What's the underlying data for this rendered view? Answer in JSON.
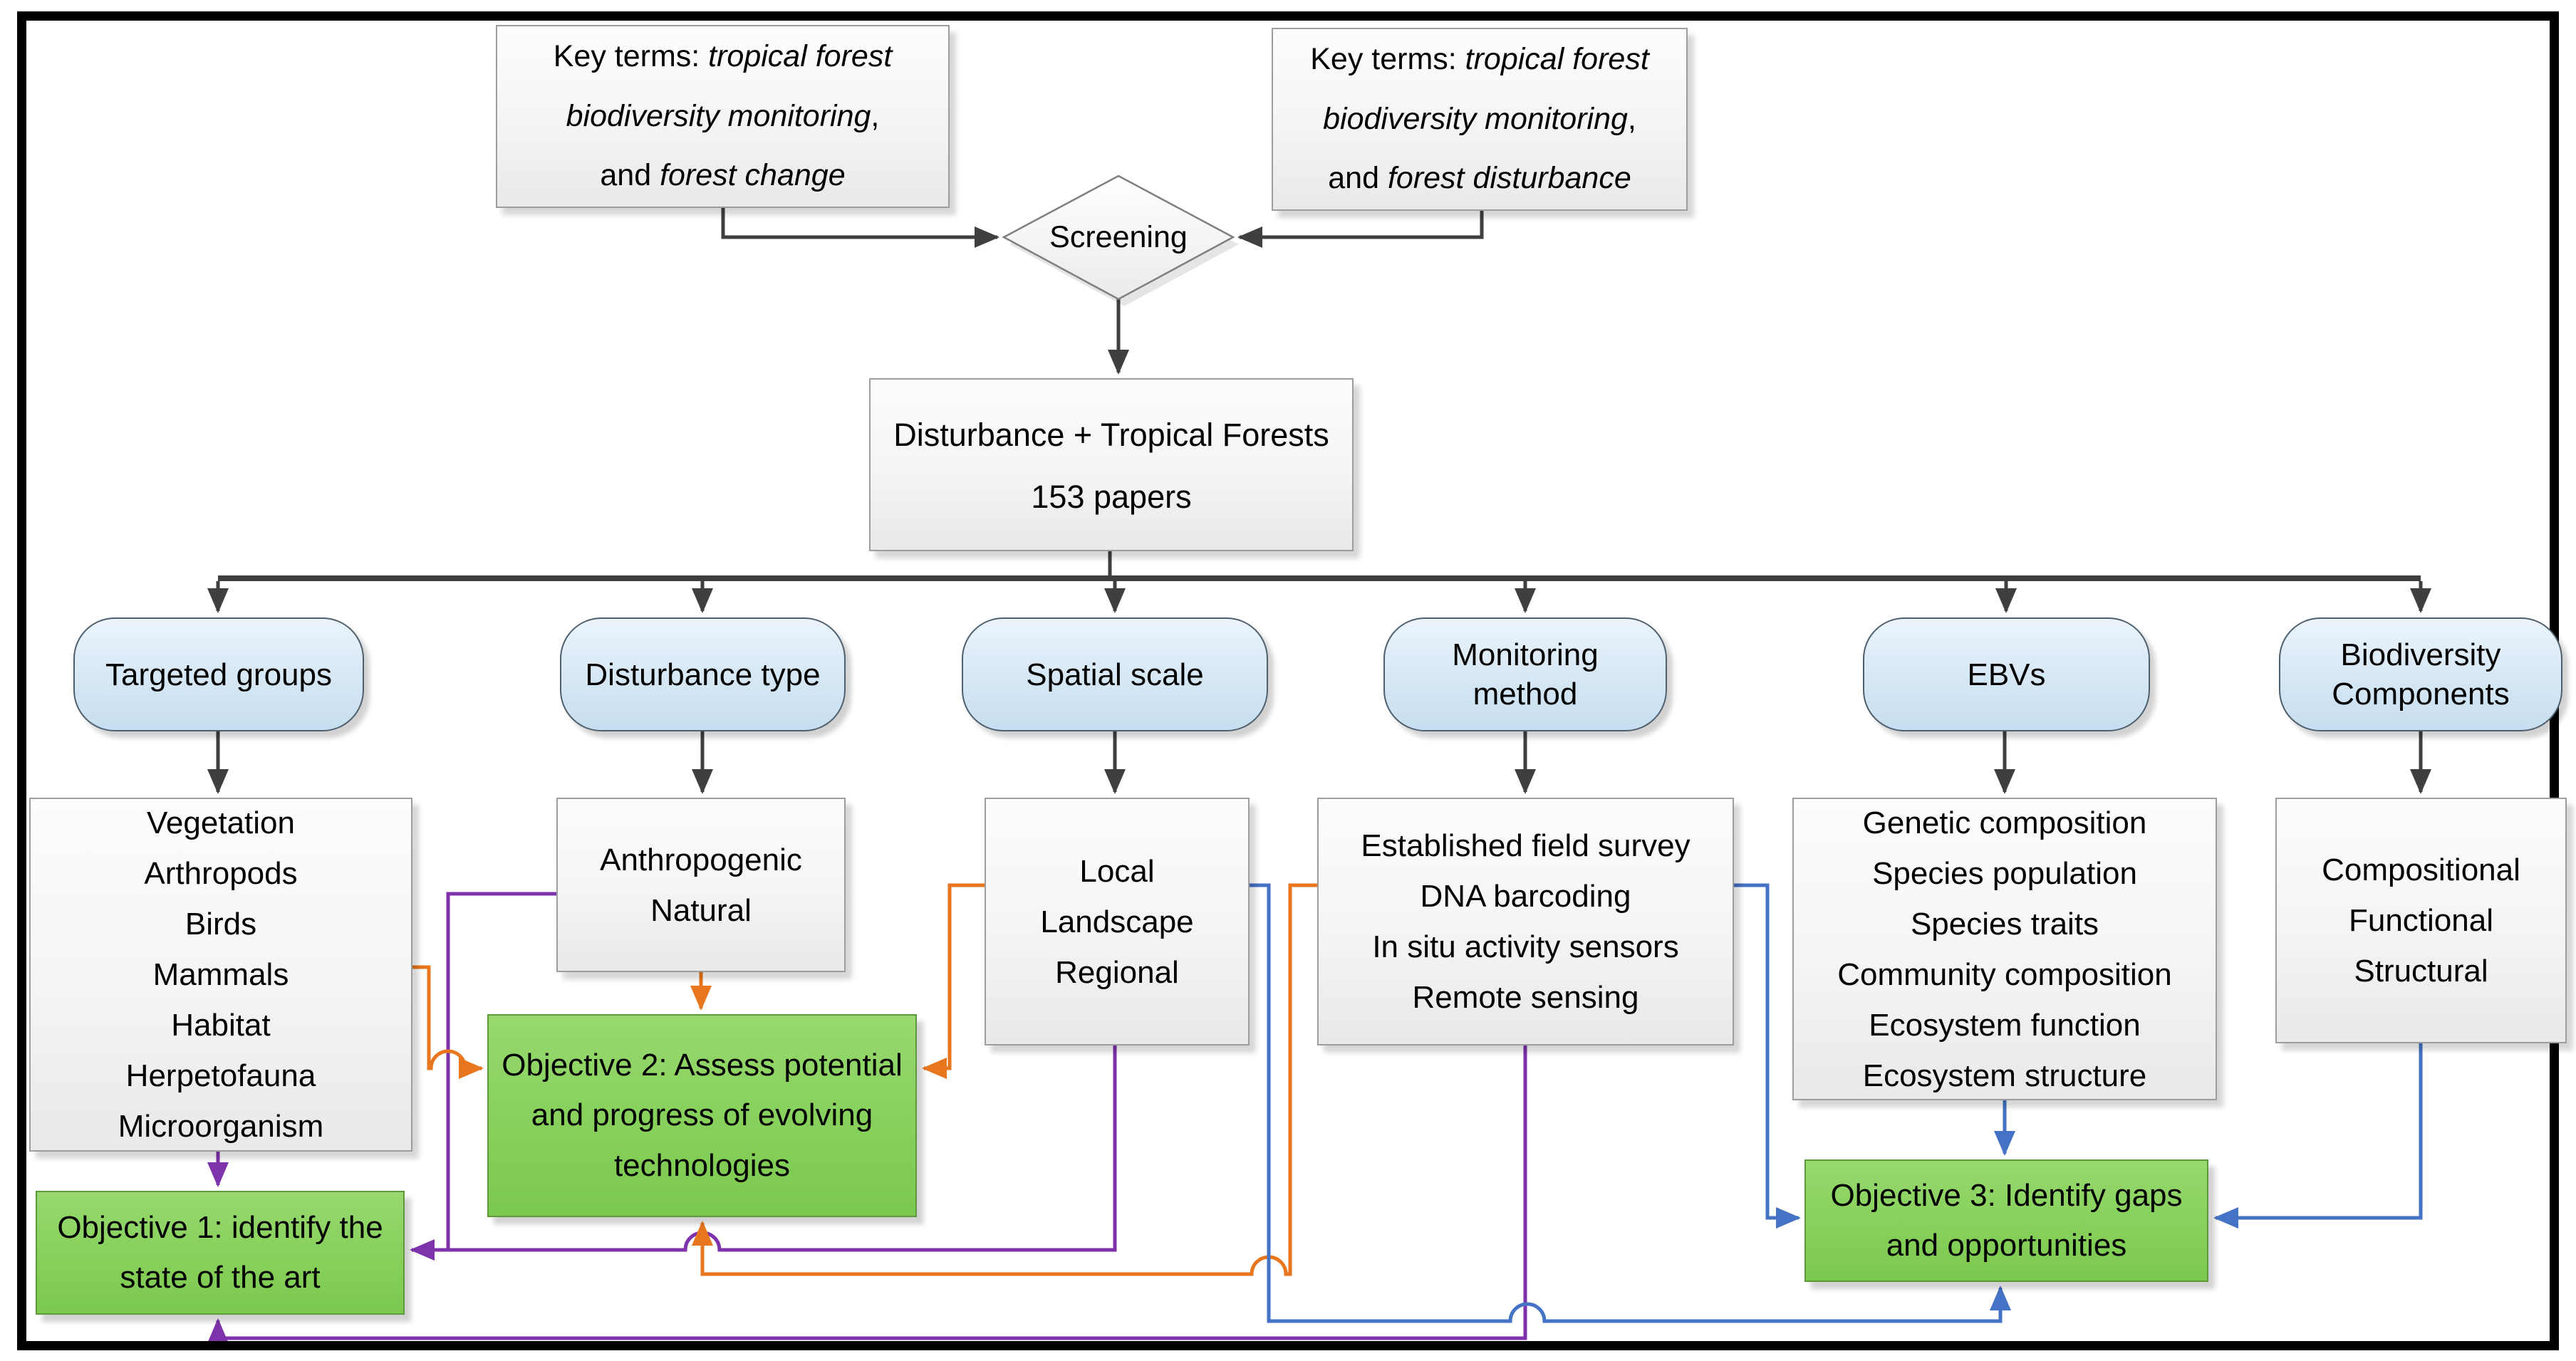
{
  "figure": {
    "description": "Literature screening and review objectives flow diagram for tropical forest biodiversity monitoring"
  },
  "colors": {
    "line_black": "#3f3f3f",
    "line_purple": "#7e32ab",
    "line_orange": "#e8761f",
    "line_blue": "#4472c4",
    "pill_fill": "#d9e9f6",
    "green_fill": "#88d15d"
  },
  "key_terms_left": {
    "prefix": "Key terms: ",
    "term1": "tropical forest biodiversity monitoring",
    "mid": ", and ",
    "term2": "forest change"
  },
  "key_terms_right": {
    "prefix": "Key terms: ",
    "term1": "tropical forest biodiversity monitoring",
    "mid": ", and ",
    "term2": "forest disturbance"
  },
  "screening": {
    "label": "Screening"
  },
  "papers": {
    "line1": "Disturbance + Tropical Forests",
    "line2": "153 papers"
  },
  "columns": [
    {
      "pill": "Targeted groups",
      "items": [
        "Vegetation",
        "Arthropods",
        "Birds",
        "Mammals",
        "Habitat",
        "Herpetofauna",
        "Microorganism"
      ]
    },
    {
      "pill": "Disturbance type",
      "items": [
        "Anthropogenic",
        "Natural"
      ]
    },
    {
      "pill": "Spatial scale",
      "items": [
        "Local",
        "Landscape",
        "Regional"
      ]
    },
    {
      "pill": "Monitoring method",
      "items": [
        "Established field survey",
        "DNA barcoding",
        "In situ activity sensors",
        "Remote sensing"
      ]
    },
    {
      "pill": "EBVs",
      "items": [
        "Genetic composition",
        "Species population",
        "Species traits",
        "Community composition",
        "Ecosystem function",
        "Ecosystem structure"
      ]
    },
    {
      "pill": "Biodiversity Components",
      "items": [
        "Compositional",
        "Functional",
        "Structural"
      ]
    }
  ],
  "objectives": [
    {
      "label": "Objective 1: identify the state of the art"
    },
    {
      "label": "Objective 2: Assess potential and progress of evolving technologies"
    },
    {
      "label": "Objective 3: Identify gaps and opportunities"
    }
  ]
}
